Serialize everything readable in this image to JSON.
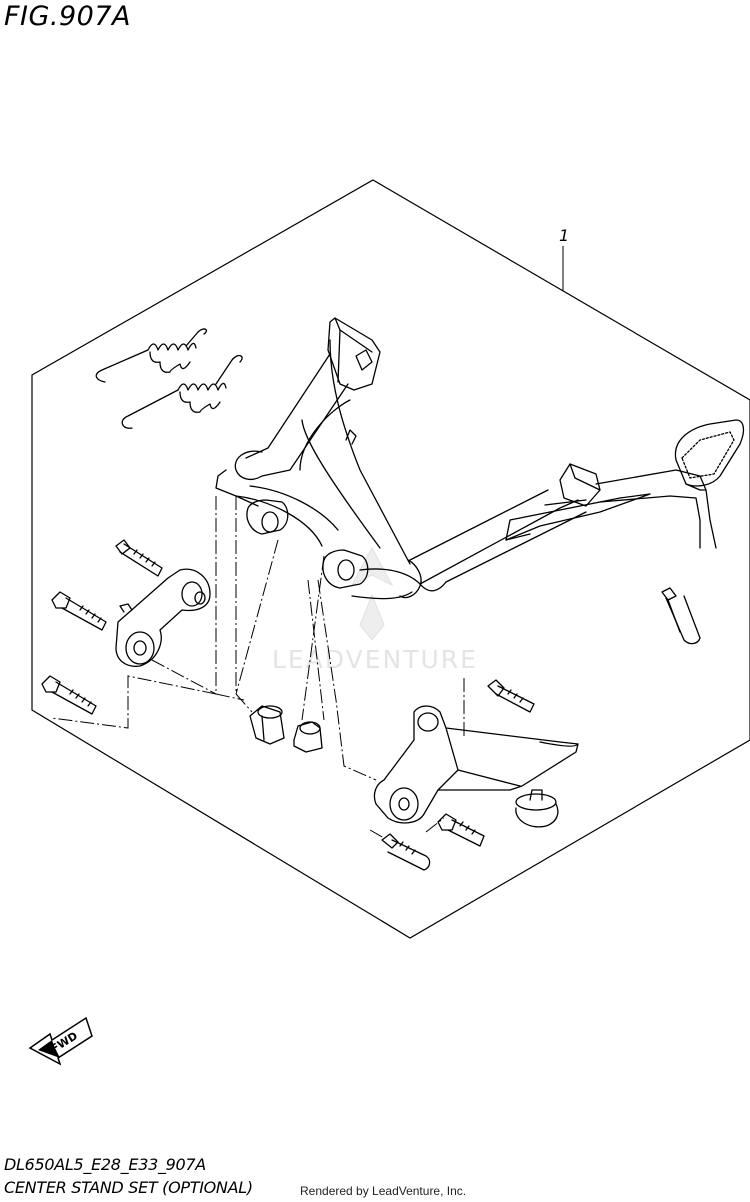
{
  "figure": {
    "title": "FIG.907A",
    "code": "DL650AL5_E28_E33_907A",
    "description": "CENTER STAND SET (OPTIONAL)",
    "credit": "Rendered by LeadVenture, Inc."
  },
  "callouts": [
    {
      "number": "1"
    }
  ],
  "watermark": {
    "text": "LEADVENTURE"
  },
  "fwd_arrow": {
    "label": "FWD"
  },
  "colors": {
    "line": "#000000",
    "background": "#ffffff",
    "watermark": "#e4e4e4"
  }
}
